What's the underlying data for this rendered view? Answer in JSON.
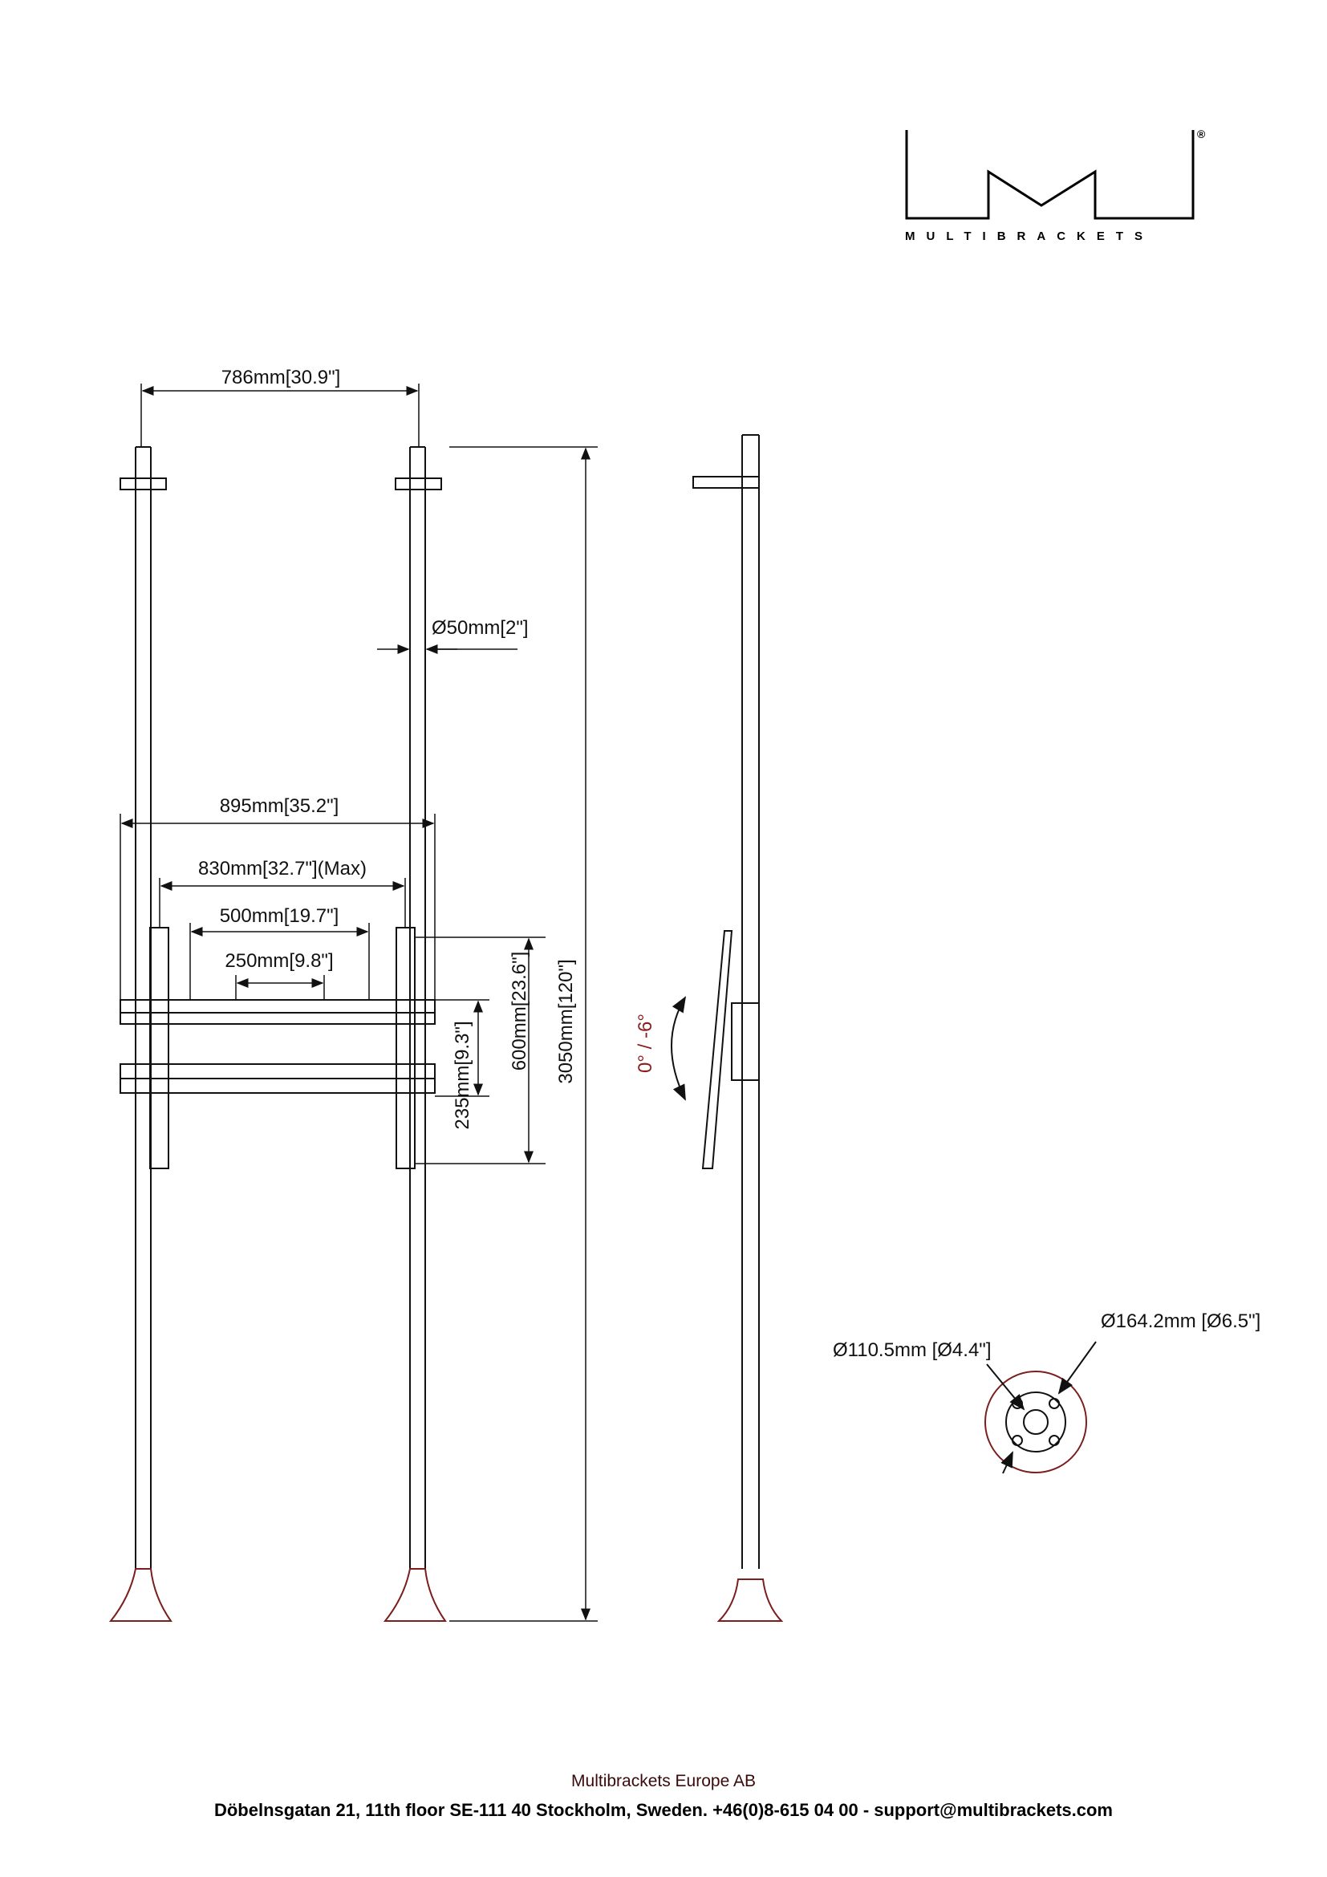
{
  "logo": {
    "brand": "MULTIBRACKETS",
    "registered": "®"
  },
  "dimensions": {
    "pole_spacing": "786mm[30.9\"]",
    "pole_diameter": "Ø50mm[2\"]",
    "overall_width": "895mm[35.2\"]",
    "max_width": "830mm[32.7\"](Max)",
    "vesa_500": "500mm[19.7\"]",
    "vesa_250": "250mm[9.8\"]",
    "height_600": "600mm[23.6\"]",
    "height_235": "235mm[9.3\"]",
    "total_height": "3050mm[120\"]",
    "tilt": "0° / -6°",
    "base_outer": "Ø164.2mm [Ø6.5\"]",
    "base_inner": "Ø110.5mm [Ø4.4\"]"
  },
  "colors": {
    "line": "#111111",
    "accent": "#8b1a1a"
  },
  "footer": {
    "company": "Multibrackets Europe AB",
    "address": "Döbelnsgatan 21, 11th floor SE-111 40 Stockholm, Sweden. +46(0)8-615 04 00 - support@multibrackets.com"
  }
}
